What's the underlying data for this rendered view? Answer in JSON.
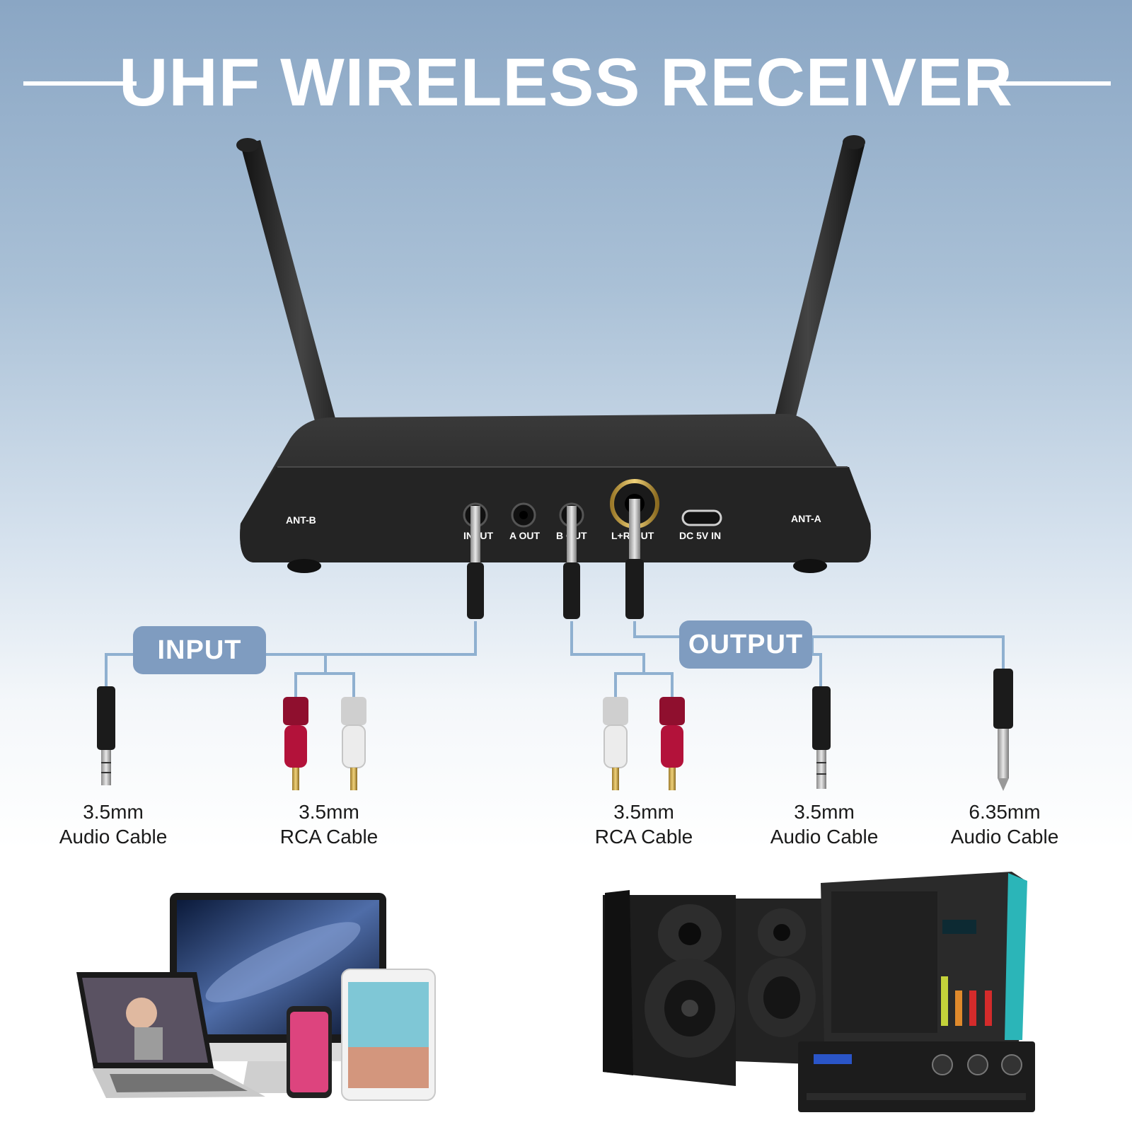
{
  "title": "UHF WIRELESS RECEIVER",
  "colors": {
    "background_top": "#8aa6c4",
    "background_bottom": "#ffffff",
    "tag_fill": "#7f9cc0",
    "connector_line": "#8fb0d0",
    "device_body": "#2b2b2b",
    "rca_red": "#b3123a",
    "rca_white": "#e9e9e9"
  },
  "receiver": {
    "antenna_labels": {
      "left": "ANT-B",
      "right": "ANT-A"
    },
    "ports": [
      {
        "label": "INPUT",
        "icon": "jack-3-5mm-port-icon"
      },
      {
        "label": "A OUT",
        "icon": "jack-3-5mm-port-icon"
      },
      {
        "label": "B OUT",
        "icon": "jack-3-5mm-port-icon"
      },
      {
        "label": "L+R OUT",
        "icon": "jack-6-35mm-port-icon"
      },
      {
        "label": "DC 5V IN",
        "icon": "usb-c-port-icon"
      }
    ]
  },
  "groups": {
    "input": "INPUT",
    "output": "OUTPUT"
  },
  "cables": [
    {
      "line1": "3.5mm",
      "line2": "Audio Cable",
      "icon": "trs-3-5mm-plug-icon"
    },
    {
      "line1": "3.5mm",
      "line2": "RCA Cable",
      "icon": "rca-plug-pair-icon"
    },
    {
      "line1": "3.5mm",
      "line2": "RCA Cable",
      "icon": "rca-plug-pair-icon"
    },
    {
      "line1": "3.5mm",
      "line2": "Audio Cable",
      "icon": "trs-3-5mm-plug-icon"
    },
    {
      "line1": "6.35mm",
      "line2": "Audio Cable",
      "icon": "ts-6-35mm-plug-icon"
    }
  ],
  "devices": {
    "input_sources": [
      "laptop-icon",
      "desktop-monitor-icon",
      "smartphone-icon",
      "tablet-icon"
    ],
    "output_targets": [
      "studio-speaker-icon",
      "audio-mixer-icon",
      "amplifier-icon"
    ]
  }
}
